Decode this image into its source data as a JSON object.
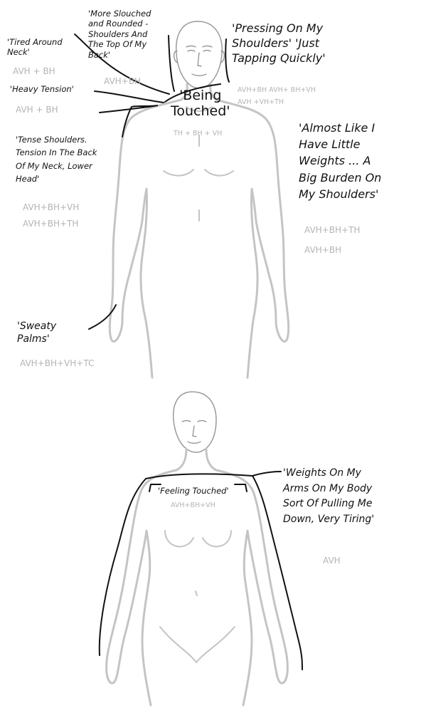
{
  "colors": {
    "ink": "#111111",
    "body_outline": "#c4c4c4",
    "face_outline": "#8a8a8a",
    "code_text": "#b4b4b4"
  },
  "figure1": {
    "annotations": [
      {
        "id": "tired-neck",
        "text": "'Tired Around\nNeck'",
        "codes": "AVH + BH"
      },
      {
        "id": "slouched",
        "text": "'More Slouched\nand Rounded -\nShoulders And\nThe Top Of My\nBack'",
        "codes": "AVH+BH"
      },
      {
        "id": "heavy-tension",
        "text": "'Heavy Tension'",
        "codes": "AVH + BH"
      },
      {
        "id": "tense-shoulders",
        "text": "'Tense Shoulders.\nTension In The Back\nOf My Neck, Lower\nHead'",
        "codes": "AVH+BH+VH\nAVH+BH+TH"
      },
      {
        "id": "being-touched",
        "text": "'Being\nTouched'",
        "codes": "TH + BH + VH"
      },
      {
        "id": "pressing",
        "text": "'Pressing On My\nShoulders' 'Just\nTapping Quickly'",
        "codes": "AVH+BH   AVH+ BH+VH\nAVH +VH+TH"
      },
      {
        "id": "weights",
        "text": "'Almost Like I\nHave Little\nWeights ... A\nBig Burden On\nMy Shoulders'",
        "codes": "AVH+BH+TH\nAVH+BH"
      },
      {
        "id": "sweaty",
        "text": "'Sweaty\nPalms'",
        "codes": "AVH+BH+VH+TC"
      }
    ]
  },
  "figure2": {
    "annotations": [
      {
        "id": "feeling-touched",
        "text": "'Feeling Touched'",
        "codes": "AVH+BH+VH"
      },
      {
        "id": "weights-arms",
        "text": "'Weights On My\nArms On My Body\nSort Of Pulling Me\nDown, Very Tiring'",
        "codes": "AVH"
      }
    ]
  }
}
